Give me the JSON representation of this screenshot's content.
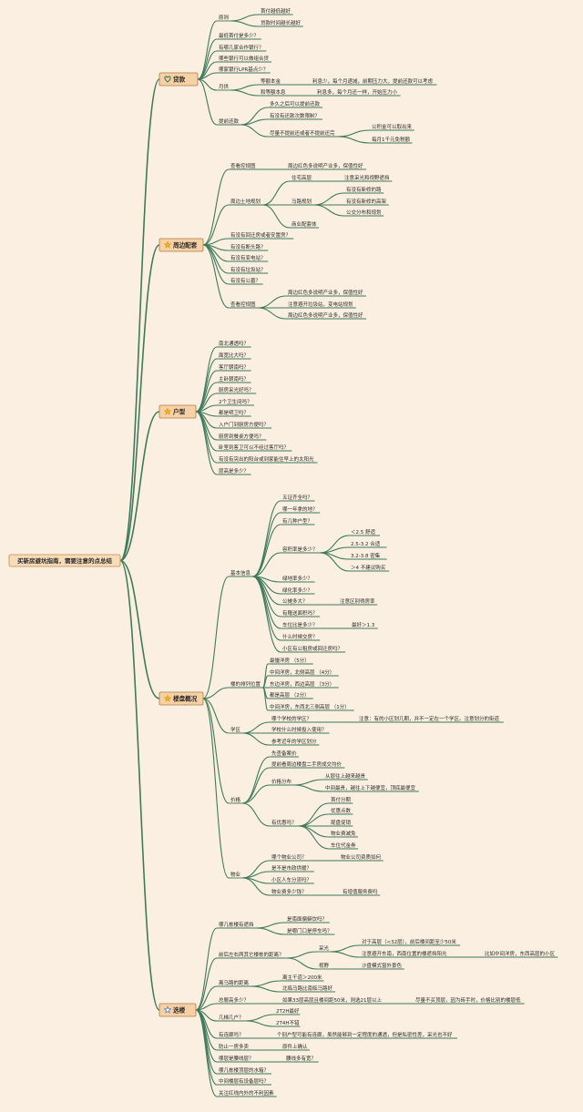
{
  "root": "买新房避坑指南，需要注意的点总结",
  "branches": [
    {
      "label": "贷款",
      "icon": "heart-icon",
      "children": [
        {
          "label": "原则",
          "children": [
            {
              "label": "首付越低越好"
            },
            {
              "label": "贷款时间越长越好"
            }
          ]
        },
        {
          "label": "最低首付是多少？"
        },
        {
          "label": "有哪几家合作银行？"
        },
        {
          "label": "哪些银行可以做组合贷"
        },
        {
          "label": "哪家银行LPR基点少？"
        },
        {
          "label": "月供",
          "children": [
            {
              "label": "等额本金",
              "children": [
                {
                  "label": "利息少，每个月递减，前期压力大，提前还款可以考虑"
                }
              ]
            },
            {
              "label": "和等额本息",
              "children": [
                {
                  "label": "利息多，每个月还一样，开始压力小"
                }
              ]
            }
          ]
        },
        {
          "label": "提前还款",
          "children": [
            {
              "label": "多久之后可以提前还款"
            },
            {
              "label": "有没有还款次数限制？"
            },
            {
              "label": "尽量不提前还或者不提前还完",
              "children": [
                {
                  "label": "公积金可以取出来"
                },
                {
                  "label": "每月1千元免税额"
                }
              ]
            }
          ]
        }
      ]
    },
    {
      "label": "周边配套",
      "icon": "star-icon",
      "children": [
        {
          "label": "查看控规图",
          "children": [
            {
              "label": "周边红色多说明产业多，保值性好"
            }
          ]
        },
        {
          "label": "周边土地规划",
          "children": [
            {
              "label": "住宅高层",
              "children": [
                {
                  "label": "注意采光和视野遮挡"
                }
              ]
            },
            {
              "label": "马路规划",
              "children": [
                {
                  "label": "有没有新修的路"
                },
                {
                  "label": "有没有新修的高架"
                },
                {
                  "label": "公交分布和规划"
                }
              ]
            },
            {
              "label": "商业配套体"
            }
          ]
        },
        {
          "label": "有没有回迁房或者安置房？"
        },
        {
          "label": "有没有断头路？"
        },
        {
          "label": "有没有变电站？"
        },
        {
          "label": "有没有垃圾站？"
        },
        {
          "label": "有没有公墓？"
        },
        {
          "label": "查看控规图",
          "children": [
            {
              "label": "周边红色多说明产业多，保值性好"
            },
            {
              "label": "注意避开垃圾站，变电站规划"
            },
            {
              "label": "周边红色多说明产业多，保值性好"
            }
          ]
        }
      ]
    },
    {
      "label": "户型",
      "icon": "star-icon",
      "children": [
        {
          "label": "南北通透吗？"
        },
        {
          "label": "面宽比大吗？"
        },
        {
          "label": "客厅朝南吗？"
        },
        {
          "label": "主卧朝南吗？"
        },
        {
          "label": "厨房采光好吗？"
        },
        {
          "label": "2个卫生间吗？"
        },
        {
          "label": "都是明卫吗？"
        },
        {
          "label": "入户门到厨房方便吗？"
        },
        {
          "label": "厨房到餐桌方便吗？"
        },
        {
          "label": "卧室到客卫可以不经过客厅吗？"
        },
        {
          "label": "有没有突出的阳台或到家能住早上的太阳光"
        },
        {
          "label": "层高是多少？"
        }
      ]
    },
    {
      "label": "楼盘概况",
      "icon": "star-icon",
      "children": [
        {
          "label": "基本信息",
          "children": [
            {
              "label": "五证齐全吗？"
            },
            {
              "label": "哪一年拿的地？"
            },
            {
              "label": "有几种户型？"
            },
            {
              "label": "容积率是多少？",
              "children": [
                {
                  "label": "＜2.5 舒适"
                },
                {
                  "label": "2.5-3.2 合适"
                },
                {
                  "label": "3.2-3.8 密集"
                },
                {
                  "label": "＞4 不建议购买"
                }
              ]
            },
            {
              "label": "绿地率多少？"
            },
            {
              "label": "绿化率多少？"
            },
            {
              "label": "公摊多大？",
              "children": [
                {
                  "label": "注意区别得房率"
                }
              ]
            },
            {
              "label": "有赠送面积吗？"
            },
            {
              "label": "车位比是多少？",
              "children": [
                {
                  "label": "最好＞1.3"
                }
              ]
            },
            {
              "label": "什么时候交房？"
            },
            {
              "label": "小区有公租房或回迁房吗？"
            }
          ]
        },
        {
          "label": "楼的排列位置",
          "children": [
            {
              "label": "最優洋房 （5分）"
            },
            {
              "label": "中间洋房，北侧高层 （4分）"
            },
            {
              "label": "东边洋房，西边高层 （3分）"
            },
            {
              "label": "都是高层 （2分）"
            },
            {
              "label": "中间洋房，东西北三侧高层 （1分）"
            }
          ]
        },
        {
          "label": "学区",
          "children": [
            {
              "label": "哪个学校的学区？",
              "children": [
                {
                  "label": "注意：有的小区划几期，并不一定在一个学区。注意划分的街道"
                }
              ]
            },
            {
              "label": "学校什么时候投入使用？"
            },
            {
              "label": "参考近年的学区划分"
            }
          ]
        },
        {
          "label": "价格",
          "children": [
            {
              "label": "先查备案价"
            },
            {
              "label": "提前看周边楼盘二手房成交均价"
            },
            {
              "label": "价格分布",
              "children": [
                {
                  "label": "从层往上越来越贵"
                },
                {
                  "label": "中间最贵，越往上下越便宜，顶底最便宜"
                }
              ]
            },
            {
              "label": "有优惠吗？",
              "children": [
                {
                  "label": "首付分期"
                },
                {
                  "label": "优惠点数"
                },
                {
                  "label": "尾盘促销"
                },
                {
                  "label": "物业费减免"
                },
                {
                  "label": "车位代金券"
                }
              ]
            }
          ]
        },
        {
          "label": "物业",
          "children": [
            {
              "label": "哪个物业公司？",
              "children": [
                {
                  "label": "物业公司资质如何"
                }
              ]
            },
            {
              "label": "是不是市政供暖？"
            },
            {
              "label": "小区人车分流吗？"
            },
            {
              "label": "物业费多少钱？",
              "children": [
                {
                  "label": "有增值服务费吗"
                }
              ]
            }
          ]
        }
      ]
    },
    {
      "label": "选楼",
      "icon": "star-outline-icon",
      "children": [
        {
          "label": "哪几栋楼有遮挡",
          "children": [
            {
              "label": "是南面偏僻饮吗？"
            },
            {
              "label": "是哪门口是停车吗？"
            }
          ]
        },
        {
          "label": "前后左右两其它楼栋的距离？",
          "children": [
            {
              "label": "采光",
              "children": [
                {
                  "label": "对于高层（<32层），前后楼间距至少50米"
                },
                {
                  "label": "注意避开东南，西南位置的楼遮挡阳光",
                  "children": [
                    {
                      "label": "比如中间洋房，东西高层的小区"
                    }
                  ]
                }
              ]
            },
            {
              "label": "视野",
              "children": [
                {
                  "label": "沙盘模式窗外景色"
                }
              ]
            }
          ]
        },
        {
          "label": "离马路的距离",
          "children": [
            {
              "label": "离主干道＞200米"
            },
            {
              "label": "北临马路比南临马路好"
            }
          ]
        },
        {
          "label": "总層高多少？",
          "children": [
            {
              "label": "如果33层高层且楼间距50米，则选21层以上",
              "children": [
                {
                  "label": "尽量不买顶层，因为砖手时，价格比别的楼层低"
                }
              ]
            }
          ]
        },
        {
          "label": "几梯几户？",
          "children": [
            {
              "label": "2T2H最好"
            },
            {
              "label": "2T4H不错"
            }
          ]
        },
        {
          "label": "有连廊吗？",
          "children": [
            {
              "label": "个别户型可能有连廊，虽然能够到一定程度的通透，但是私密性差，采光也不好"
            }
          ]
        },
        {
          "label": "防止一房多卖",
          "children": [
            {
              "label": "原件上确认"
            }
          ]
        },
        {
          "label": "哪层是腰线层？",
          "children": [
            {
              "label": "腰线多有宽？"
            }
          ]
        },
        {
          "label": "哪几栋楼顶层的水箱？"
        },
        {
          "label": "中间楼层有设备层吗？"
        },
        {
          "label": "关注红线内外的不利因素"
        }
      ]
    }
  ]
}
